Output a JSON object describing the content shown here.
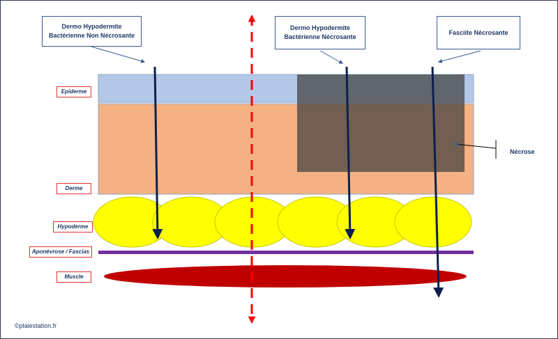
{
  "callouts": {
    "non_necrosante_line1": "Dermo Hypodermite",
    "non_necrosante_line2": "Bactérienne Non Nécrosante",
    "necrosante_line1": "Dermo Hypodermite",
    "necrosante_line2": "Bactérienne Nécrosante",
    "fasciite": "Fasciite Nécrosante"
  },
  "layers": {
    "epiderme": "Epiderme",
    "derme": "Derme",
    "hypoderme": "Hypoderme",
    "aponevrose": "Aponévrose / Fascias",
    "muscle": "Muscle"
  },
  "necrose_label": "Nécrose",
  "copyright": "©plaiestation.fr",
  "colors": {
    "epiderme": "#b4c7e7",
    "derme": "#f4b183",
    "hypoderme": "#ffff00",
    "aponevrose": "#7030a0",
    "muscle": "#c00000",
    "necrose": "#404040",
    "arrow": "#0d1f4c",
    "divider": "#ff0000",
    "label_border": "#e03030"
  }
}
